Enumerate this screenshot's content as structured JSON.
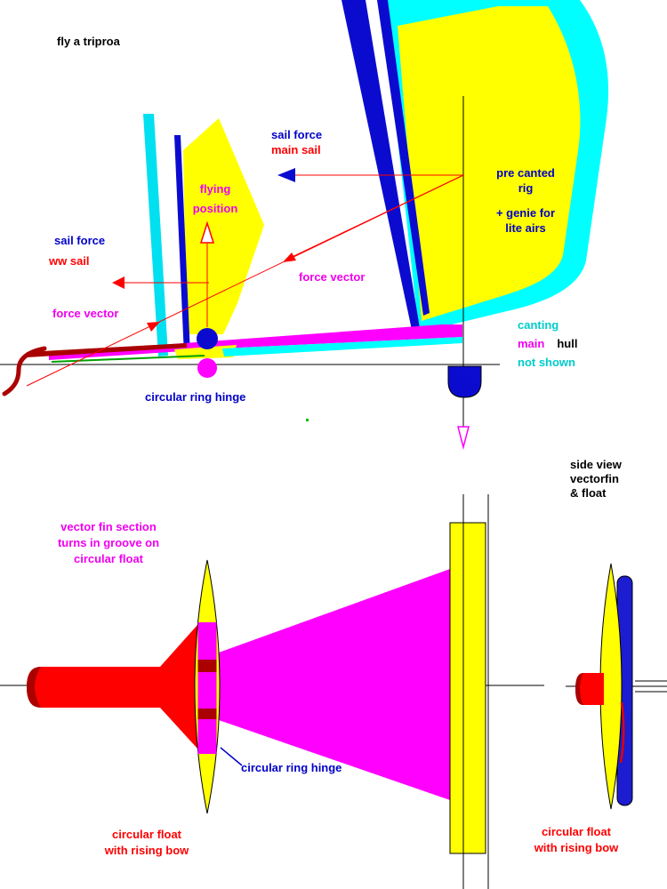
{
  "palette": {
    "blue_text": "#0000c8",
    "dark_blue": "#0b0bd0",
    "red": "#ff0000",
    "dark_red": "#aa0000",
    "magenta": "#ff00ff",
    "cyan": "#00ffff",
    "cyan_text": "#00cccc",
    "yellow": "#ffff00",
    "green": "#00a000",
    "black": "#000000"
  },
  "labels": {
    "title": "fly a triproa",
    "sail_force_main": {
      "l1": "sail force",
      "l2": "main sail"
    },
    "pre_canted": {
      "l1": "pre canted",
      "l2": "rig",
      "l3": "+ genie for",
      "l4": "lite airs"
    },
    "flying_position": {
      "l1": "flying",
      "l2": "position"
    },
    "sail_force_ww": {
      "l1": "sail force",
      "l2": "ww sail"
    },
    "force_vector_main": "force vector",
    "force_vector_ww": "force vector",
    "canting_note": {
      "l1": "canting",
      "l2a": "main",
      "l2b": "hull",
      "l3": "not shown"
    },
    "ring_hinge_top": "circular ring hinge",
    "side_view": {
      "l1": "side view",
      "l2": "vectorfin",
      "l3": "& float"
    },
    "vector_fin_note": {
      "l1": "vector fin section",
      "l2": "turns in groove on",
      "l3": "circular float"
    },
    "ring_hinge_bottom": "circular ring hinge",
    "float_left": {
      "l1": "circular float",
      "l2": "with rising bow"
    },
    "float_right": {
      "l1": "circular float",
      "l2": "with rising bow"
    }
  }
}
